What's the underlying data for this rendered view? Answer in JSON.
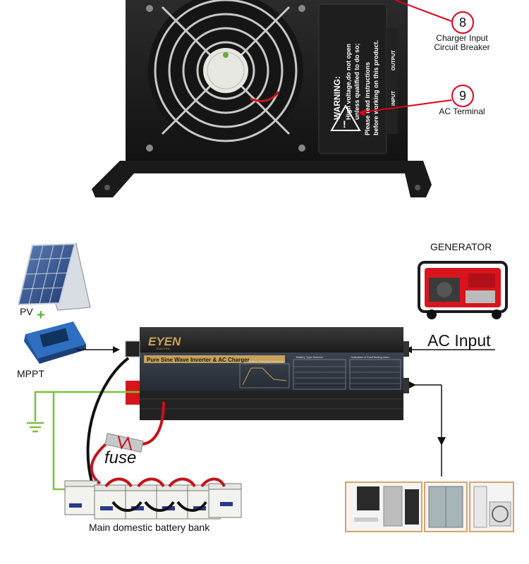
{
  "callouts": [
    {
      "number": "8",
      "label_line1": "Charger Input",
      "label_line2": "Circuit Breaker"
    },
    {
      "number": "9",
      "label_line1": "AC Terminal",
      "label_line2": ""
    }
  ],
  "warning_panel": {
    "title": "WARNING:",
    "line1": "High voltage,do not open",
    "line2": "unless qualified to do so;",
    "line3": "Please read instructions",
    "line4": "before working on this product.",
    "side_top": "OUTPUT",
    "side_bottom": "INPUT"
  },
  "diagram": {
    "pv_label": "PV",
    "plus_sign": "+",
    "mppt_label": "MPPT",
    "generator_label": "GENERATOR",
    "ac_input_label": "AC Input",
    "fuse_label": "fuse",
    "battery_label": "Main domestic battery bank"
  },
  "inverter": {
    "brand": "EYEN",
    "brand_sub": "ELECTRIC",
    "title": "Pure Sine Wave Inverter & AC Charger",
    "panel_charging": "Battery Charging Processes",
    "panel_battery_type": "Battery Type Selector",
    "panel_indication": "Indication & Fault finding chart"
  },
  "colors": {
    "callout_red": "#e0001b",
    "ground_green": "#7cc03a",
    "inverter_body": "#2a2a2a",
    "inverter_gold": "#c8a25a",
    "cable_red": "#c4141c",
    "cable_black": "#111111"
  }
}
